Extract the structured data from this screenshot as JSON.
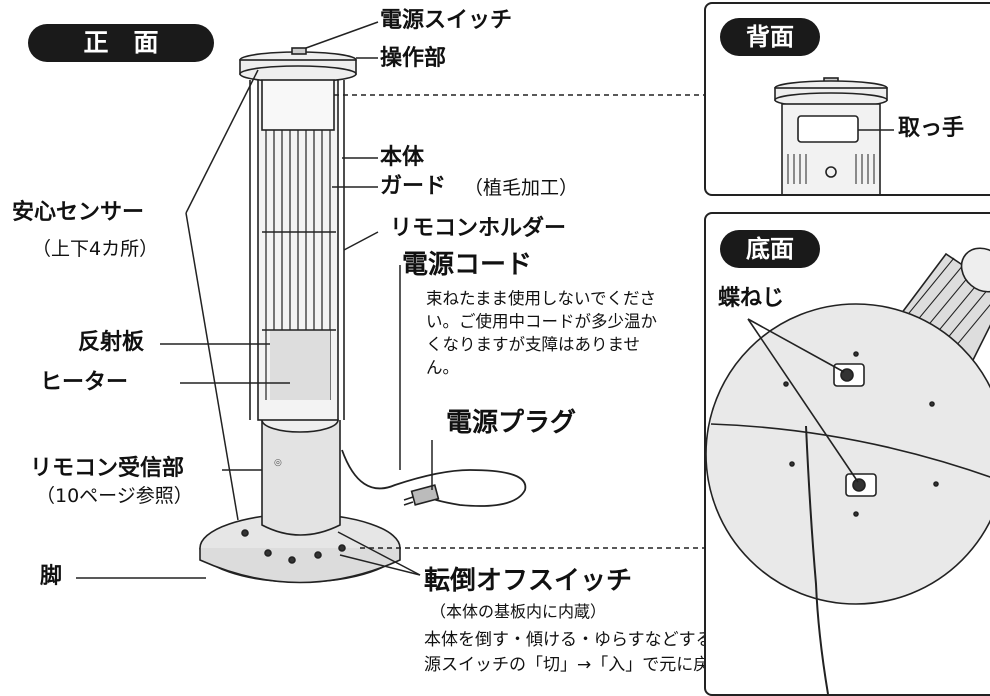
{
  "front": {
    "badge": "正　面",
    "labels": {
      "power_switch": "電源スイッチ",
      "control_panel": "操作部",
      "main_body": "本体",
      "guard": "ガード",
      "guard_note": "（植毛加工）",
      "safety_sensor": "安心センサー",
      "safety_sensor_note": "（上下4カ所）",
      "remote_holder": "リモコンホルダー",
      "power_cord": "電源コード",
      "cord_note": "束ねたまま使用しないでください。ご使用中コードが多少温かくなりますが支障はありません。",
      "reflector": "反射板",
      "heater": "ヒーター",
      "power_plug": "電源プラグ",
      "receiver": "リモコン受信部",
      "receiver_note": "（10ページ参照）",
      "leg": "脚",
      "tip_switch": "転倒オフスイッチ",
      "tip_switch_note": "（本体の基板内に内蔵）",
      "tip_switch_desc": "本体を倒す・傾ける・ゆらすなどすると、運転を停止します。電源スイッチの「切」→「入」で元に戻ります。"
    }
  },
  "back": {
    "badge": "背面",
    "handle": "取っ手"
  },
  "bottom": {
    "badge": "底面",
    "wing_screw": "蝶ねじ"
  }
}
